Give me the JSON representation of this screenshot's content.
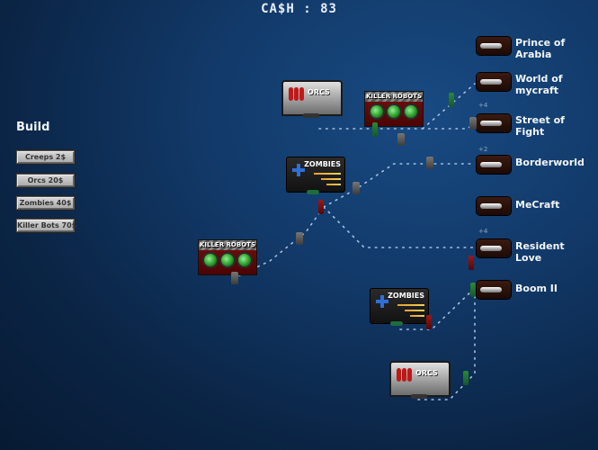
{
  "hud": {
    "cash_label": "CA$H : 83"
  },
  "build": {
    "title": "Build",
    "buttons": [
      {
        "label": "Creeps 2$"
      },
      {
        "label": "Orcs 20$"
      },
      {
        "label": "Zombies 40$"
      },
      {
        "label": "Killer Bots 70$"
      }
    ]
  },
  "games": [
    {
      "name": "Prince of\nArabia",
      "bonus": ""
    },
    {
      "name": "World of\nmycraft",
      "bonus": ""
    },
    {
      "name": "Street of\nFight",
      "bonus": "+4"
    },
    {
      "name": "Borderworld",
      "bonus": "+2"
    },
    {
      "name": "MeCraft",
      "bonus": ""
    },
    {
      "name": "Resident\nLove",
      "bonus": "+4"
    },
    {
      "name": "Boom II",
      "bonus": ""
    }
  ],
  "towers": [
    {
      "type": "orcs",
      "label": "ORCS"
    },
    {
      "type": "killer-robots",
      "label": "KILLER ROBOTS"
    },
    {
      "type": "zombies",
      "label": "ZOMBIES"
    },
    {
      "type": "killer-robots",
      "label": "KILLER ROBOTS"
    },
    {
      "type": "zombies",
      "label": "ZOMBIES"
    },
    {
      "type": "orcs",
      "label": "ORCS"
    }
  ],
  "colors": {
    "background": "#123a6a",
    "path_dots": "#9fb8d8",
    "orb_green": "#2a9a2a",
    "tower_red": "#c01818"
  }
}
